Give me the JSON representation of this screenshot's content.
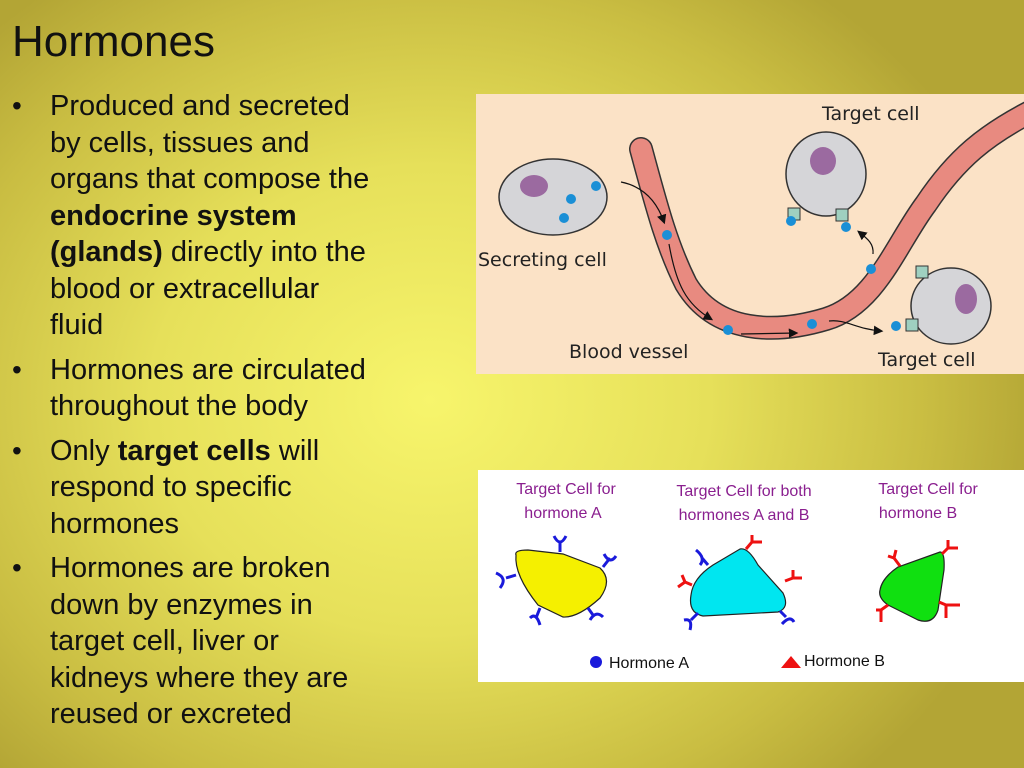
{
  "title": "Hormones",
  "bullets": [
    {
      "lines": [
        [
          {
            "text": "Produced and secreted",
            "bold": false
          }
        ],
        [
          {
            "text": "by cells, tissues and",
            "bold": false
          }
        ],
        [
          {
            "text": "organs that compose the",
            "bold": false
          }
        ],
        [
          {
            "text": "endocrine system",
            "bold": true
          }
        ],
        [
          {
            "text": "(glands)",
            "bold": true
          },
          {
            "text": " directly into the",
            "bold": false
          }
        ],
        [
          {
            "text": "blood or extracellular",
            "bold": false
          }
        ],
        [
          {
            "text": "fluid",
            "bold": false
          }
        ]
      ]
    },
    {
      "lines": [
        [
          {
            "text": "Hormones are circulated",
            "bold": false
          }
        ],
        [
          {
            "text": "throughout the body",
            "bold": false
          }
        ]
      ]
    },
    {
      "lines": [
        [
          {
            "text": "Only ",
            "bold": false
          },
          {
            "text": "target cells",
            "bold": true
          },
          {
            "text": " will",
            "bold": false
          }
        ],
        [
          {
            "text": "respond to specific",
            "bold": false
          }
        ],
        [
          {
            "text": "hormones",
            "bold": false
          }
        ]
      ]
    },
    {
      "lines": [
        [
          {
            "text": "Hormones are broken",
            "bold": false
          }
        ],
        [
          {
            "text": "down by enzymes in",
            "bold": false
          }
        ],
        [
          {
            "text": "target cell, liver or",
            "bold": false
          }
        ],
        [
          {
            "text": "kidneys where they are",
            "bold": false
          }
        ],
        [
          {
            "text": "reused or excreted",
            "bold": false
          }
        ]
      ]
    }
  ],
  "bullet_glyph": "•",
  "figure1": {
    "secreting_cell": "Secreting cell",
    "target_cell_top": "Target cell",
    "target_cell_bottom": "Target cell",
    "blood_vessel": "Blood vessel"
  },
  "figure2": {
    "cell_a": [
      "Target Cell for",
      "hormone A"
    ],
    "cell_ab": [
      "Target Cell for both",
      "hormones A and B"
    ],
    "cell_b": [
      "Target Cell for",
      "hormone B"
    ],
    "legend_a": "Hormone A",
    "legend_b": "Hormone B"
  },
  "colors": {
    "hormone": "#1a8fd6",
    "vessel": "#e88a80",
    "receptor_a": "#1a1adb",
    "receptor_b": "#ee1111",
    "label_purple": "#8a1f8f"
  }
}
